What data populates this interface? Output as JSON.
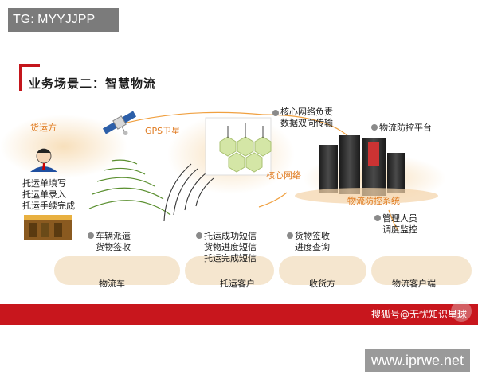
{
  "badge": {
    "text": "TG: MYYJJPP"
  },
  "slide": {
    "title": "业务场景二：智慧物流",
    "shipper": {
      "label": "货运方",
      "actions": [
        "托运单填写",
        "托运单录入",
        "托运手续完成"
      ]
    },
    "gps": {
      "label": "GPS卫星"
    },
    "core": {
      "label": "核心网络",
      "desc": [
        "核心网络负责",
        "数据双向传输"
      ]
    },
    "platform": {
      "label": "物流防控平台",
      "system_label": "物流防控系统"
    },
    "manager": {
      "lines": [
        "管理人员",
        "调度监控"
      ]
    },
    "truck_info": [
      "车辆派遣",
      "货物签收"
    ],
    "client_info": [
      "托运成功短信",
      "货物进度短信",
      "托运完成短信"
    ],
    "receiver_info": [
      "货物签收",
      "进度查询"
    ],
    "endpoints": {
      "truck": "物流车",
      "client": "托运客户",
      "receiver": "收货方",
      "logistics_client": "物流客户端"
    },
    "footer": "搜狐号@无忧知识星球"
  },
  "watermark": {
    "text": "www.iprwe.net"
  },
  "colors": {
    "accent": "#c8161d",
    "pill": "#f5e6cf",
    "orange": "#e07a1f"
  }
}
